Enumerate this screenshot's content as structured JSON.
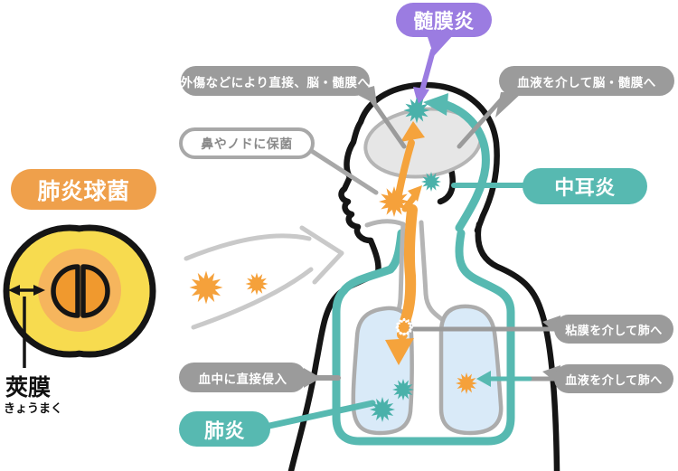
{
  "diagram": {
    "badges": {
      "meningitis": "髄膜炎",
      "pneumococcus": "肺炎球菌",
      "otitis": "中耳炎",
      "pneumonia": "肺炎"
    },
    "callouts": {
      "trauma": "外傷などにより直接、脳・髄膜へ",
      "blood_to_brain": "血液を介して脳・髄膜へ",
      "nose_carriage": "鼻やノドに保菌",
      "mucosa_to_lung": "粘膜を介して肺へ",
      "blood_to_lung": "血液を介して肺へ",
      "blood_invasion": "血中に直接侵入"
    },
    "bacterium": {
      "capsule_label": "莢膜",
      "capsule_furigana": "きょうまく"
    },
    "colors": {
      "badge_orange": "#EFA04B",
      "badge_teal": "#57B9B1",
      "badge_purple": "#9B7CE1",
      "label_gray": "#9B9B9B",
      "germ_orange": "#F5A13B",
      "germ_teal": "#4AB1AA",
      "lung_blue": "#D9EAF8",
      "brain_gray": "#E6E6E6",
      "capsule_yellow": "#F7DB4F",
      "halo_orange": "#F6B55D",
      "coccus_orange": "#F0992E"
    }
  }
}
